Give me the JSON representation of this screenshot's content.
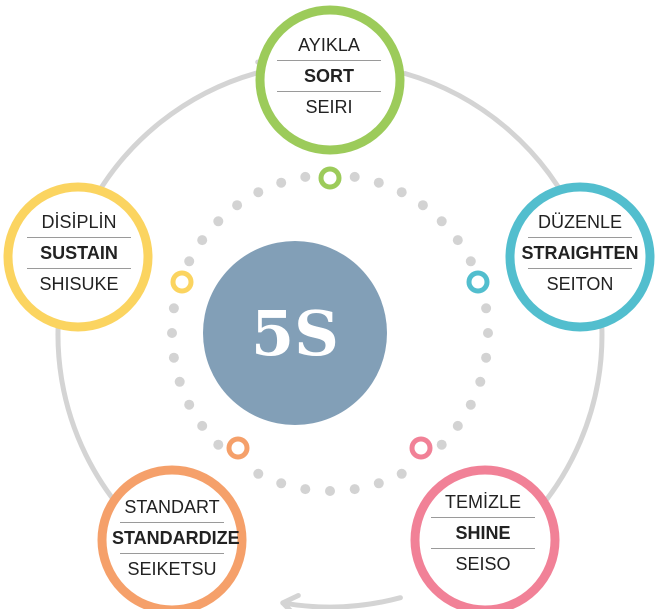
{
  "center": {
    "label": "5S"
  },
  "steps": [
    {
      "tr": "AYIKLA",
      "en": "SORT",
      "jp": "SEIRI",
      "color": "#9ccb5a"
    },
    {
      "tr": "DÜZENLE",
      "en": "STRAIGHTEN",
      "jp": "SEITON",
      "color": "#52bece"
    },
    {
      "tr": "TEMİZLE",
      "en": "SHINE",
      "jp": "SEISO",
      "color": "#f18197"
    },
    {
      "tr": "STANDART",
      "en": "STANDARDIZE",
      "jp": "SEIKETSU",
      "color": "#f5a06a"
    },
    {
      "tr": "DİSİPLİN",
      "en": "SUSTAIN",
      "jp": "SHISUKE",
      "color": "#fbd460"
    }
  ],
  "colors": {
    "center": "#829fb7",
    "dots": "#d3d3d3",
    "arrows": "#d4d4d4"
  }
}
